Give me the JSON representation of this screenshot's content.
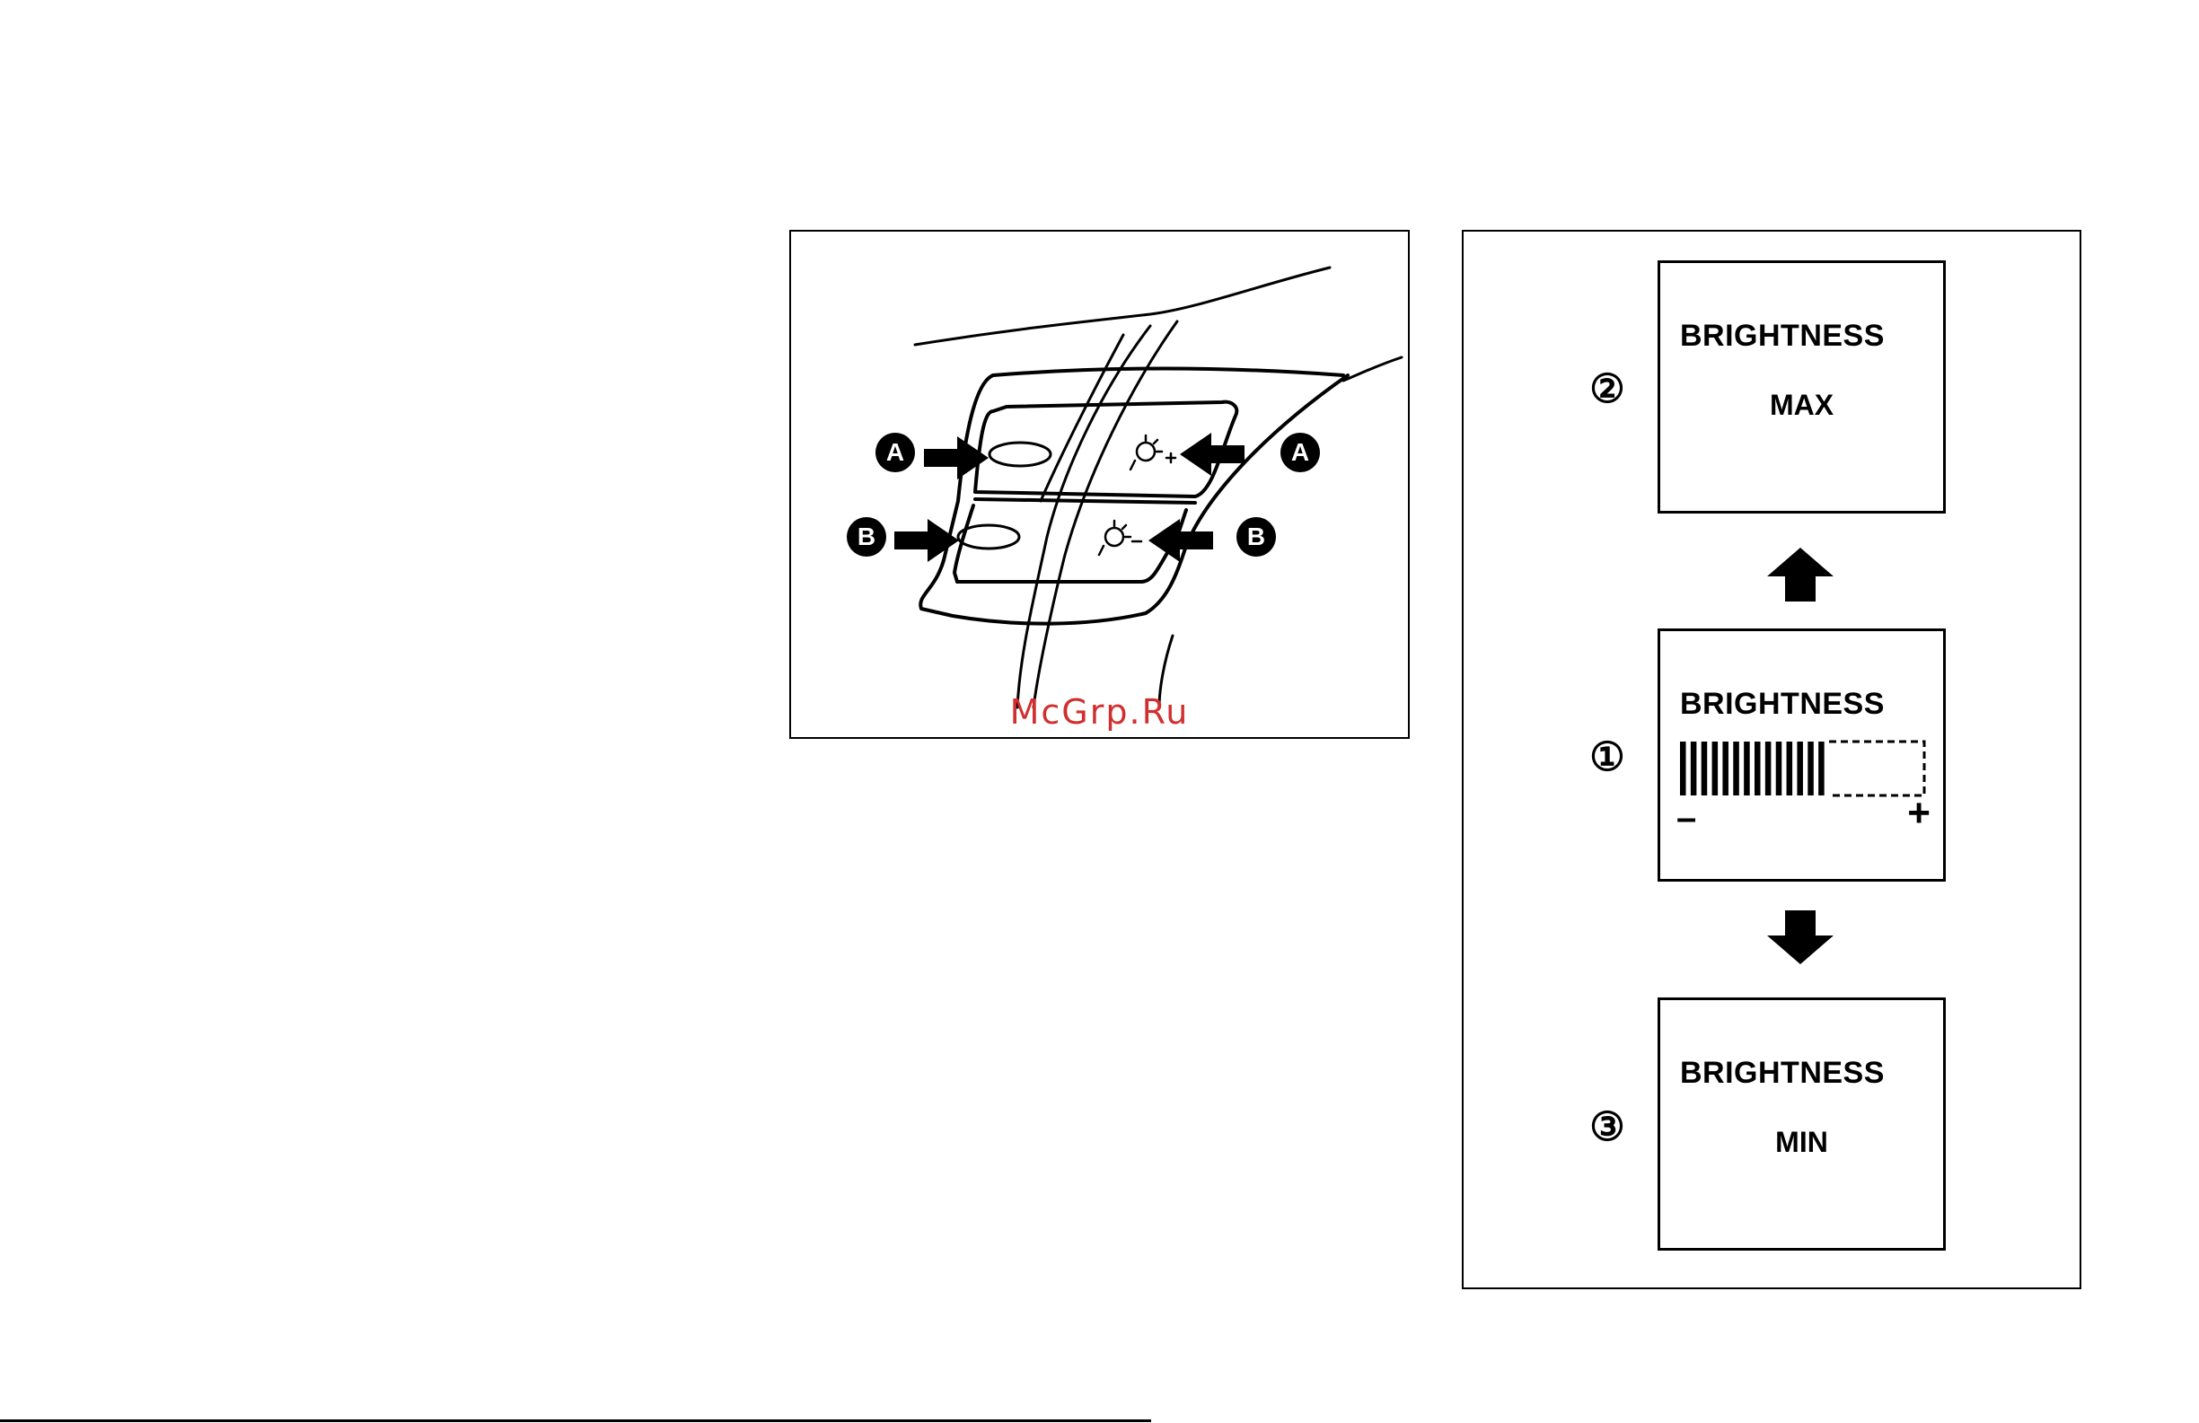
{
  "left_figure": {
    "callout_a": "A",
    "callout_b": "B",
    "watermark": "McGrp.Ru"
  },
  "right_figure": {
    "step_max": {
      "label": "②",
      "title": "BRIGHTNESS",
      "value": "MAX"
    },
    "step_bar": {
      "label": "①",
      "title": "BRIGHTNESS",
      "minus": "–",
      "plus": "+",
      "level_fraction": 0.61
    },
    "step_min": {
      "label": "③",
      "title": "BRIGHTNESS",
      "value": "MIN"
    }
  }
}
